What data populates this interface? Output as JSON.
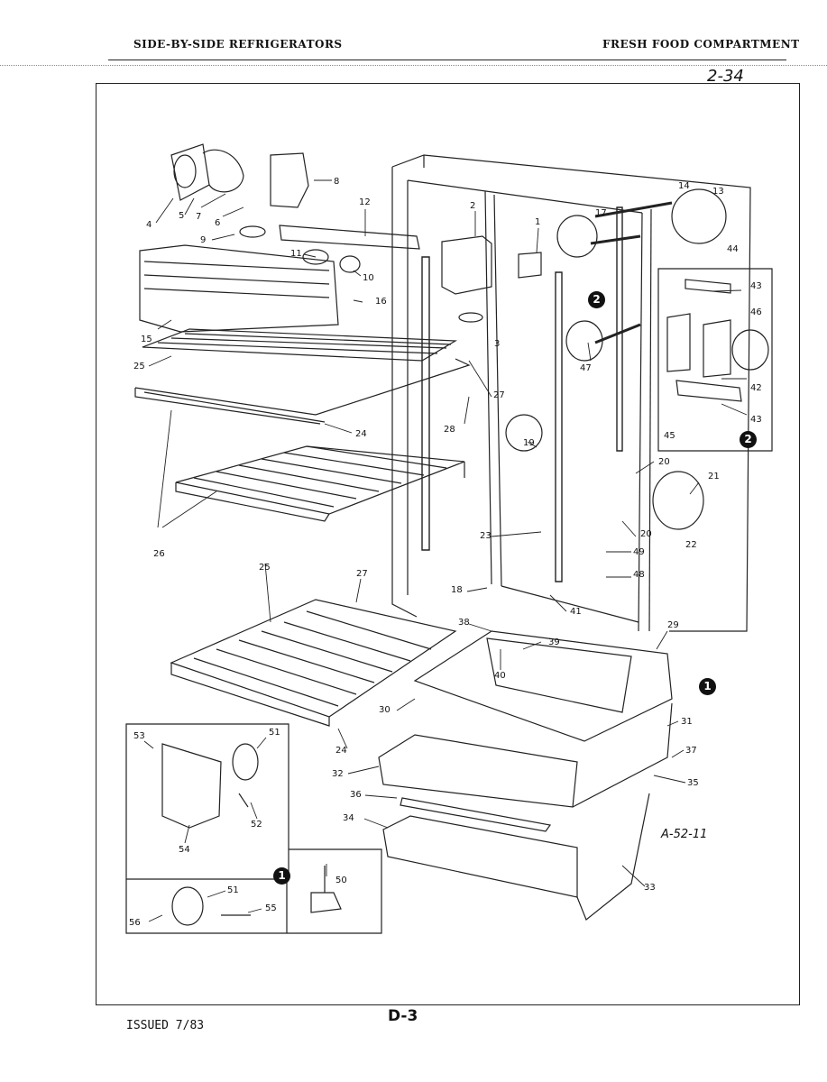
{
  "header": {
    "left_title": "SIDE-BY-SIDE REFRIGERATORS",
    "right_title": "FRESH FOOD COMPARTMENT",
    "handwritten_note": "2-34"
  },
  "diagram": {
    "part_labels": [
      {
        "id": "p4",
        "text": "4"
      },
      {
        "id": "p5",
        "text": "5"
      },
      {
        "id": "p7",
        "text": "7"
      },
      {
        "id": "p6",
        "text": "6"
      },
      {
        "id": "p8",
        "text": "8"
      },
      {
        "id": "p9",
        "text": "9"
      },
      {
        "id": "p12",
        "text": "12"
      },
      {
        "id": "p2",
        "text": "2"
      },
      {
        "id": "p1",
        "text": "1"
      },
      {
        "id": "p17",
        "text": "17"
      },
      {
        "id": "p14",
        "text": "14"
      },
      {
        "id": "p13",
        "text": "13"
      },
      {
        "id": "p11",
        "text": "11"
      },
      {
        "id": "p10",
        "text": "10"
      },
      {
        "id": "p16",
        "text": "16"
      },
      {
        "id": "p3",
        "text": "3"
      },
      {
        "id": "p15",
        "text": "15"
      },
      {
        "id": "p25a",
        "text": "25"
      },
      {
        "id": "p27a",
        "text": "27"
      },
      {
        "id": "p28",
        "text": "28"
      },
      {
        "id": "p24a",
        "text": "24"
      },
      {
        "id": "p47",
        "text": "47"
      },
      {
        "id": "p44",
        "text": "44"
      },
      {
        "id": "p43a",
        "text": "43"
      },
      {
        "id": "p46",
        "text": "46"
      },
      {
        "id": "p42",
        "text": "42"
      },
      {
        "id": "p43b",
        "text": "43"
      },
      {
        "id": "p45",
        "text": "45"
      },
      {
        "id": "p19",
        "text": "19"
      },
      {
        "id": "p20a",
        "text": "20"
      },
      {
        "id": "p21",
        "text": "21"
      },
      {
        "id": "p20b",
        "text": "20"
      },
      {
        "id": "p22",
        "text": "22"
      },
      {
        "id": "p23",
        "text": "23"
      },
      {
        "id": "p49",
        "text": "49"
      },
      {
        "id": "p48",
        "text": "48"
      },
      {
        "id": "p26",
        "text": "26"
      },
      {
        "id": "p25b",
        "text": "25"
      },
      {
        "id": "p27b",
        "text": "27"
      },
      {
        "id": "p18",
        "text": "18"
      },
      {
        "id": "p41",
        "text": "41"
      },
      {
        "id": "p38",
        "text": "38"
      },
      {
        "id": "p39",
        "text": "39"
      },
      {
        "id": "p40",
        "text": "40"
      },
      {
        "id": "p29",
        "text": "29"
      },
      {
        "id": "p30",
        "text": "30"
      },
      {
        "id": "p31",
        "text": "31"
      },
      {
        "id": "p37",
        "text": "37"
      },
      {
        "id": "p35",
        "text": "35"
      },
      {
        "id": "p24b",
        "text": "24"
      },
      {
        "id": "p32",
        "text": "32"
      },
      {
        "id": "p36",
        "text": "36"
      },
      {
        "id": "p34",
        "text": "34"
      },
      {
        "id": "p33",
        "text": "33"
      },
      {
        "id": "p53",
        "text": "53"
      },
      {
        "id": "p51a",
        "text": "51"
      },
      {
        "id": "p52",
        "text": "52"
      },
      {
        "id": "p54",
        "text": "54"
      },
      {
        "id": "p50",
        "text": "50"
      },
      {
        "id": "p51b",
        "text": "51"
      },
      {
        "id": "p55",
        "text": "55"
      },
      {
        "id": "p56",
        "text": "56"
      }
    ],
    "callouts": [
      {
        "id": "c2a",
        "text": "2"
      },
      {
        "id": "c2b",
        "text": "2"
      },
      {
        "id": "c1a",
        "text": "1"
      },
      {
        "id": "c1b",
        "text": "1"
      }
    ],
    "figure_code": "A-52-11"
  },
  "footer": {
    "issued": "ISSUED 7/83",
    "page_number": "D-3"
  }
}
